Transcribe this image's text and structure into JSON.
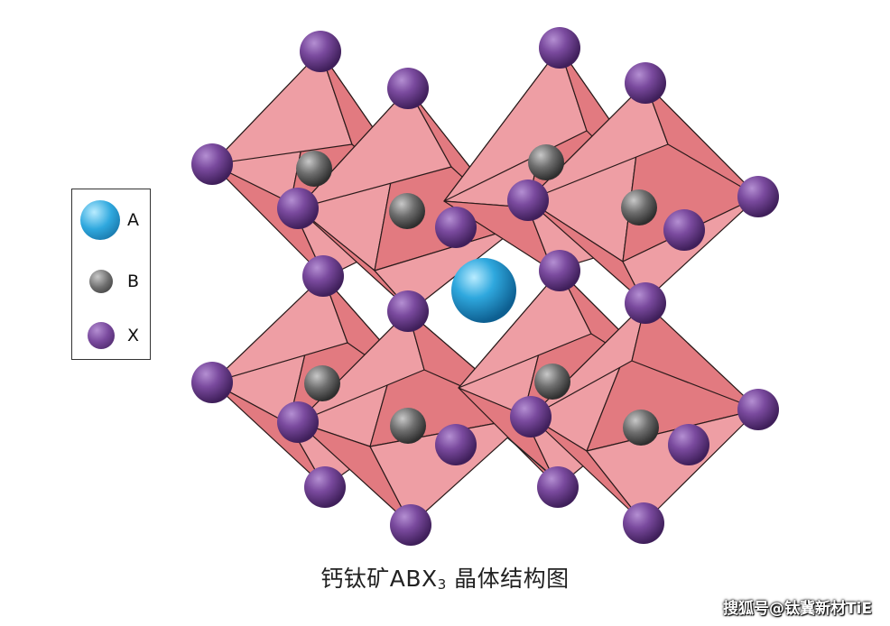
{
  "legend": {
    "items": [
      {
        "label": "A",
        "color": "#1e9fd9"
      },
      {
        "label": "B",
        "color": "#6b6b6b"
      },
      {
        "label": "X",
        "color": "#6a3e8c"
      }
    ]
  },
  "caption": {
    "main": "钙钛矿ABX",
    "subscript": "3",
    "suffix": " 晶体结构图"
  },
  "watermark": "搜狐号@钛冀新材TiE",
  "colors": {
    "octahedron_light": "#ee9ea4",
    "octahedron_dark": "#e27a80",
    "atom_A": "#1e9fd9",
    "atom_B": "#6b6b6b",
    "atom_X": "#6a3e8c"
  }
}
